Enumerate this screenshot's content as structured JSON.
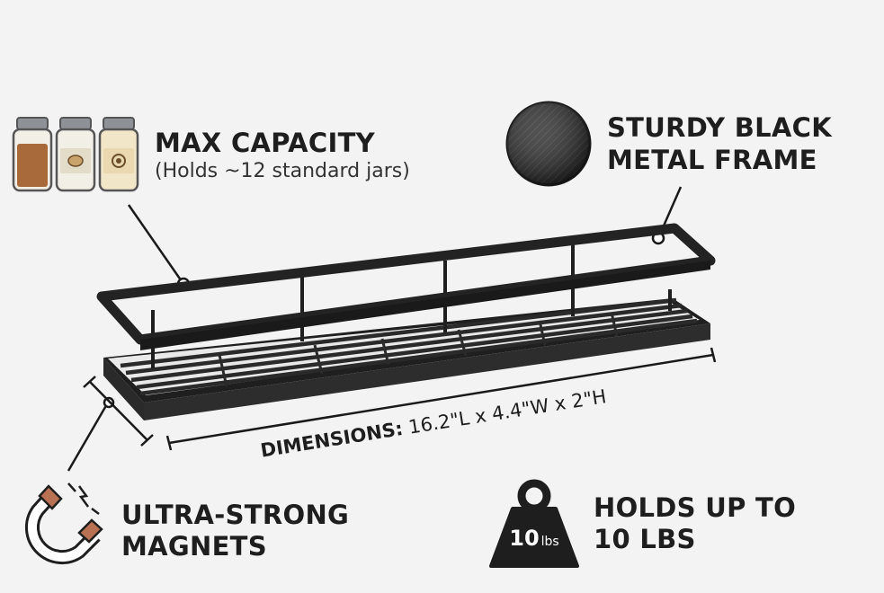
{
  "features": {
    "capacity": {
      "title": "MAX CAPACITY",
      "subtitle": "(Holds ~12 standard jars)"
    },
    "frame": {
      "line1": "STURDY BLACK",
      "line2": "METAL FRAME"
    },
    "magnets": {
      "line1": "ULTRA-STRONG",
      "line2": "MAGNETS"
    },
    "weight": {
      "line1": "HOLDS UP TO",
      "line2": "10 LBS",
      "badge_number": "10",
      "badge_unit": "lbs"
    }
  },
  "dimensions": {
    "label": "DIMENSIONS:",
    "value": " 16.2\"L x 4.4\"W x 2\"H"
  },
  "icons": [
    "spice-jars-icon",
    "metal-ball-icon",
    "magnet-icon",
    "weight-icon"
  ],
  "colors": {
    "background": "#f3f3f3",
    "text": "#1e1e1e",
    "metal": "#2a2a2a",
    "jar_lid": "#8e9196",
    "magnet_tip": "#b97154"
  }
}
